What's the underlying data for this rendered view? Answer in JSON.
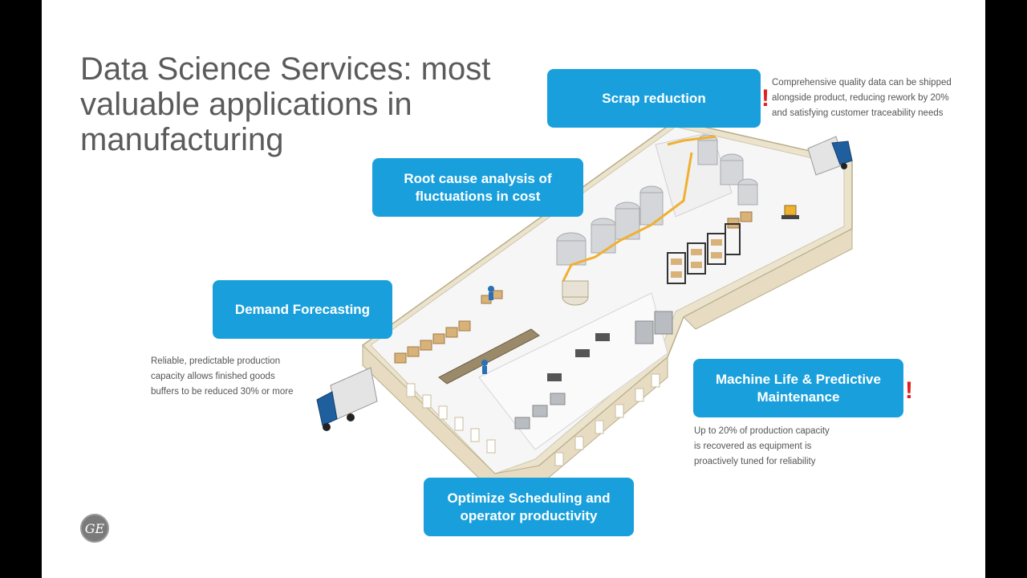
{
  "slide": {
    "title": "Data Science Services: most valuable applications in manufacturing",
    "logo_text": "GE"
  },
  "callouts": {
    "scrap": "Scrap reduction",
    "root_cause": "Root cause analysis of fluctuations in cost",
    "demand": "Demand Forecasting",
    "machine_life": "Machine Life  & Predictive Maintenance",
    "scheduling": "Optimize Scheduling and operator productivity"
  },
  "notes": {
    "scrap": "Comprehensive quality data can be shipped\nalongside product, reducing rework by 20%\nand satisfying customer traceability needs",
    "demand": "Reliable, predictable production\ncapacity allows finished goods\nbuffers to be reduced 30% or more",
    "machine_life": "Up to 20% of production capacity\nis recovered as equipment is\nproactively tuned for reliability"
  },
  "markers": {
    "alert": "!"
  },
  "colors": {
    "callout_bg": "#19a0dc",
    "alert": "#e02020",
    "floor": "#f4f4f4",
    "wall": "#ece4cf"
  }
}
